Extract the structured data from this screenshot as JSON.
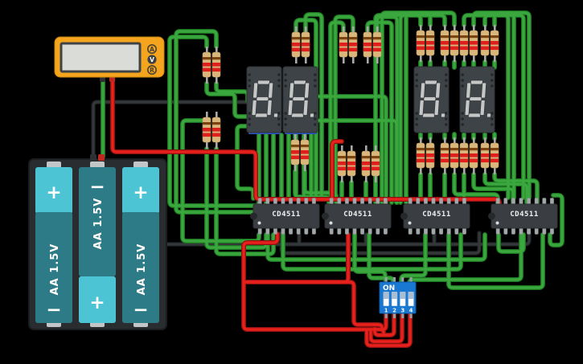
{
  "app": {
    "background": "#000000"
  },
  "multimeter": {
    "buttons": [
      {
        "label": "A",
        "active": false
      },
      {
        "label": "V",
        "active": true
      },
      {
        "label": "R",
        "active": false
      }
    ]
  },
  "battery_pack": {
    "plus": "+",
    "minus": "−",
    "cells": [
      {
        "label": "AA 1.5V",
        "orientation": "up"
      },
      {
        "label": "AA 1.5V",
        "orientation": "down"
      },
      {
        "label": "AA 1.5V",
        "orientation": "up"
      }
    ]
  },
  "displays": [
    {
      "value": "8.",
      "state": "all-segments-off"
    },
    {
      "value": "8.",
      "state": "all-segments-off"
    },
    {
      "value": "8.",
      "state": "all-segments-off"
    },
    {
      "value": "8.",
      "state": "all-segments-off"
    }
  ],
  "ics": [
    {
      "label": "CD4511"
    },
    {
      "label": "CD4511"
    },
    {
      "label": "CD4511"
    },
    {
      "label": "CD4511"
    }
  ],
  "dip_switch": {
    "on_label": "ON",
    "labels": [
      "1",
      "2",
      "3",
      "4"
    ]
  },
  "resistors": {
    "count": 32,
    "band_colors": [
      "#7a4310",
      "#df1f1e",
      "#df1f1e"
    ],
    "body_color": "#d9b77c"
  },
  "wires": {
    "green": "#3aa83e",
    "red": "#e8211d",
    "black": "#35383b"
  }
}
